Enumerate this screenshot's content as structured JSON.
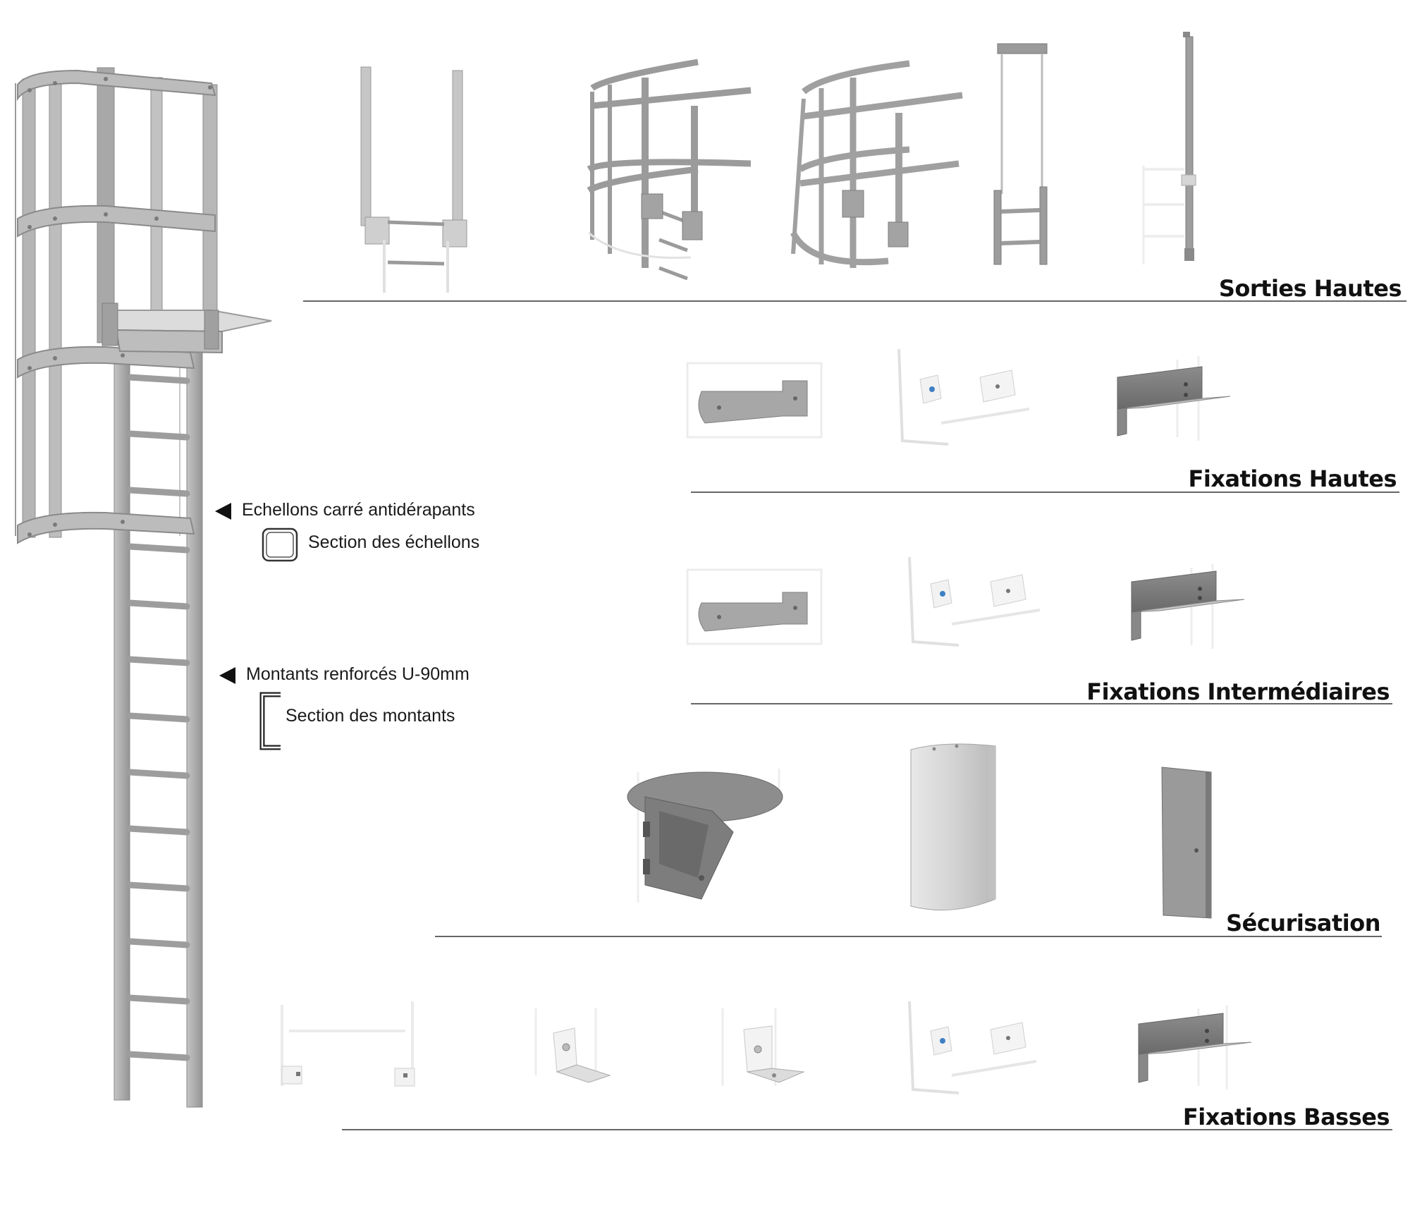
{
  "sections": {
    "sorties_hautes": "Sorties Hautes",
    "fixations_hautes": "Fixations Hautes",
    "fixations_intermediaires": "Fixations Intermédiaires",
    "securisation": "Sécurisation",
    "fixations_basses": "Fixations Basses"
  },
  "annotations": {
    "echellons": "Echellons carré antidérapants",
    "section_echellons": "Section des échellons",
    "montants": "Montants renforcés U-90mm",
    "section_montants": "Section des montants"
  },
  "colors": {
    "steel": "#a9a9a9",
    "steel_dark": "#7a7a7a",
    "steel_light": "#d2d2d2",
    "ghost": "#e6e6e6",
    "rule": "#333333",
    "title": "#111111"
  }
}
